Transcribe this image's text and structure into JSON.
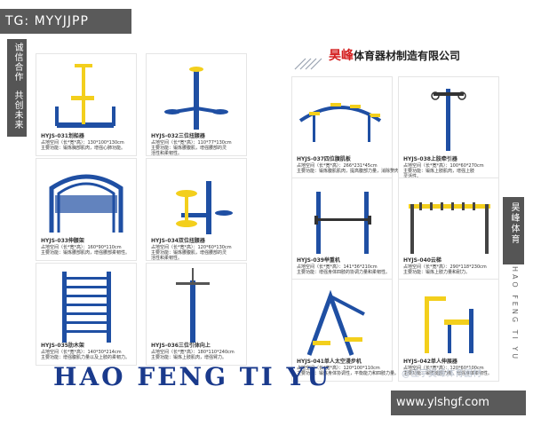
{
  "header_tag": "TG: MYYJJPP",
  "footer_url": "www.ylshgf.com",
  "left_tagline": [
    "诚信合作",
    "共创未来"
  ],
  "company": {
    "brand": "昊峰",
    "rest": "体育器材制造有限公司"
  },
  "big_title": "HAO FENG TI YU",
  "right_tagline": {
    "cn": "昊峰体育",
    "en": "HAO FENG TI YU"
  },
  "watermark": "@佳宇昊峰体育器材",
  "products": [
    {
      "code": "HYJS-031划船器",
      "l1": "占地空间（长*宽*高）：130*100*130cm",
      "l2": "主要功能：锻炼胸部肌肉，增强心肺功能。"
    },
    {
      "code": "HYJS-032三位扭腰器",
      "l1": "占地空间（长*宽*高）：110*77*130cm",
      "l2": "主要功能：锻炼腰腹肌，增强腰部的灵",
      "l3": "活性和柔韧性。"
    },
    {
      "code": "HYJS-033伸腰架",
      "l1": "占地空间（长*宽*高）：160*90*110cm",
      "l2": "主要功能：锻炼腰部肌肉，增强腰部柔韧性。"
    },
    {
      "code": "HYJS-034双位扭腰器",
      "l1": "占地空间（长*宽*高）：120*60*130cm",
      "l2": "主要功能：锻炼腰腹肌，增强腰部的灵",
      "l3": "活性和柔韧性。"
    },
    {
      "code": "HYJS-035肋木架",
      "l1": "占地空间（长*宽*高）：140*30*214cm",
      "l2": "主要功能：增强腹肌力量以及上肢的柔韧力。"
    },
    {
      "code": "HYJS-036三位引体向上",
      "l1": "占地空间（长*宽*高）：180*110*240cm",
      "l2": "主要功能：锻炼上肢肌肉，增强臂力。"
    },
    {
      "code": "HYJS-037四位腹肌板",
      "l1": "占地空间（长*宽*高）：266*231*45cm",
      "l2": "主要功能：锻炼腹肌肌肉，提高腹部力量，消除赘肉。"
    },
    {
      "code": "HYJS-038上肢牵引器",
      "l1": "占地空间（长*宽*高）：100*60*270cm",
      "l2": "主要功能：锻炼上肢肌肉，增强上肢",
      "l3": "灵活性。"
    },
    {
      "code": "HYJS-039举重机",
      "l1": "占地空间（长*宽*高）：141*36*210cm",
      "l2": "主要功能：增强身体四肢的协调力量和柔韧性。"
    },
    {
      "code": "HYJS-040云梯",
      "l1": "占地空间（长*宽*高）：290*118*230cm",
      "l2": "主要功能：锻炼上肢力量和耐力。"
    },
    {
      "code": "HYJS-041单人太空漫步机",
      "l1": "占地空间（长*宽*高）：120*100*110cm",
      "l2": "主要功能：锻炼身体协调性，平衡能力和四肢力量。"
    },
    {
      "code": "HYJS-042单人伸展器",
      "l1": "占地空间（长*宽*高）：120*60*100cm",
      "l2": "主要功能：锻炼腿部力量，增强身体柔韧性。"
    }
  ],
  "colors": {
    "blue": "#1f4fa3",
    "yellow": "#f3cf1c",
    "title": "#1a3a8c",
    "bar": "#5a5a5a",
    "brand_red": "#d42020"
  }
}
